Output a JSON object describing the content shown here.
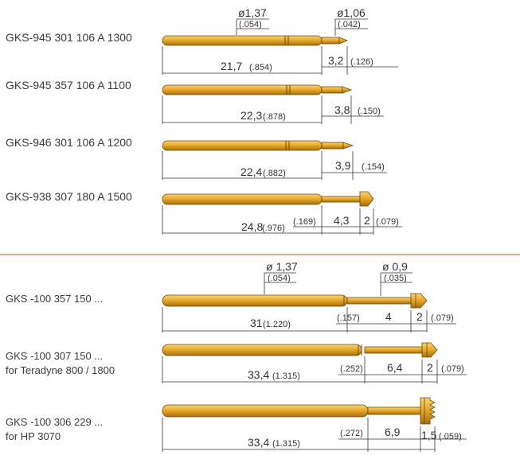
{
  "colors": {
    "pin_fill": "#e7a524",
    "pin_highlight": "#f8d57a",
    "pin_outline": "#6b4a0c",
    "separator": "#c9935a",
    "dim_lines": "#333333"
  },
  "top_section": {
    "top_dims": {
      "d1_mm": "ø1,37",
      "d1_in": "(.054)",
      "d2_mm": "ø1,06",
      "d2_in": "(.042)"
    },
    "probes": [
      {
        "part_no": "GKS-945 301 106 A 1300",
        "length_mm": "21,7",
        "length_in": "(.854)",
        "tip_mm": "3,2",
        "tip_in": "(.126)"
      },
      {
        "part_no": "GKS-945 357 106 A 1100",
        "length_mm": "22,3",
        "length_in": "(.878)",
        "tip_mm": "3,8",
        "tip_in": "(.150)"
      },
      {
        "part_no": "GKS-946 301 106 A 1200",
        "length_mm": "22,4",
        "length_in": "(.882)",
        "tip_mm": "3,9",
        "tip_in": "(.154)"
      },
      {
        "part_no": "GKS-938 307 180 A 1500",
        "length_mm": "24,8",
        "length_in": "(.976)",
        "neck_in": "(.169)",
        "neck_mm": "4,3",
        "head_mm": "2",
        "head_in": "(.079)"
      }
    ]
  },
  "bottom_section": {
    "top_dims": {
      "d1_mm": "ø 1,37",
      "d1_in": "(.054)",
      "d2_mm": "ø 0,9",
      "d2_in": "(.035)"
    },
    "probes": [
      {
        "part_no_line1": "GKS -100 357 150 ...",
        "part_no_line2": "",
        "length_mm": "31",
        "length_in": "(1.220)",
        "neck_in": "(.157)",
        "neck_mm": "4",
        "head_mm": "2",
        "head_in": "(.079)"
      },
      {
        "part_no_line1": "GKS -100 307 150 ...",
        "part_no_line2": "for Teradyne  800 / 1800",
        "length_mm": "33,4",
        "length_in": "(1.315)",
        "neck_in": "(.252)",
        "neck_mm": "6,4",
        "head_mm": "2",
        "head_in": "(.079)"
      },
      {
        "part_no_line1": "GKS -100 306 229 ...",
        "part_no_line2": "for HP  3070",
        "length_mm": "33,4",
        "length_in": "(1.315)",
        "neck_in": "(.272)",
        "neck_mm": "6,9",
        "head_mm": "1,5",
        "head_in": "(.059)"
      }
    ]
  }
}
